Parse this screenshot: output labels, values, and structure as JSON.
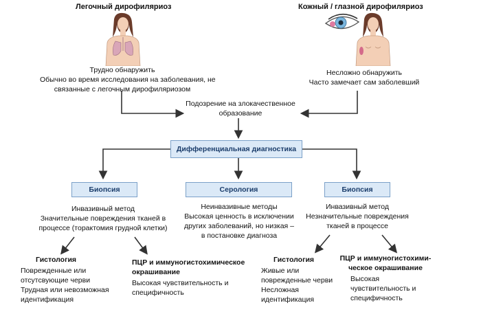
{
  "top_left": {
    "title": "Легочный дирофиляриоз",
    "line1": "Трудно обнаружить",
    "line2": "Обычно во время исследования на заболевания, не",
    "line3": "связанные с легочным дирофиляриозом"
  },
  "top_right": {
    "title": "Кожный / глазной дирофиляриоз",
    "line1": "Несложно обнаружить",
    "line2": "Часто замечает сам заболевший"
  },
  "suspicion": {
    "line1": "Подозрение на злокачественное",
    "line2": "образование"
  },
  "differential": "Дифференциальная диагностика",
  "biopsy_left": {
    "label": "Биопсия",
    "line1": "Инвазивный метод",
    "line2": "Значительные повреждения тканей в",
    "line3": "процессе (торактомия грудной клетки)"
  },
  "serology": {
    "label": "Серология",
    "line1": "Неинвазивные методы",
    "line2": "Высокая ценность в исключении",
    "line3": "других заболеваний, но низкая –",
    "line4": "в постановке диагноза"
  },
  "biopsy_right": {
    "label": "Биопсия",
    "line1": "Инвазивный метод",
    "line2": "Незначительные повреждения",
    "line3": "тканей в процессе"
  },
  "histo_left": {
    "title": "Гистология",
    "line1": "Поврежденные или",
    "line2": "отсутсвующие черви",
    "line3": "Трудная или  невозможная",
    "line4": "идентификация"
  },
  "pcr_left": {
    "title1": "ПЦР и иммуногистохимическое",
    "title2": "окрашивание",
    "line1": "Высокая чувствительность и",
    "line2": "специфичность"
  },
  "histo_right": {
    "title": "Гистология",
    "line1": "Живые или",
    "line2": "поврежденные черви",
    "line3": "Несложная",
    "line4": "идентификация"
  },
  "pcr_right": {
    "title1": "ПЦР и  иммуногистохими-",
    "title2": "ческое окрашивание",
    "line1": "Высокая",
    "line2": "чувствительность и",
    "line3": "специфичность"
  },
  "colors": {
    "box_fill": "#dbe9f7",
    "box_border": "#7aa0c8",
    "line": "#333333"
  }
}
